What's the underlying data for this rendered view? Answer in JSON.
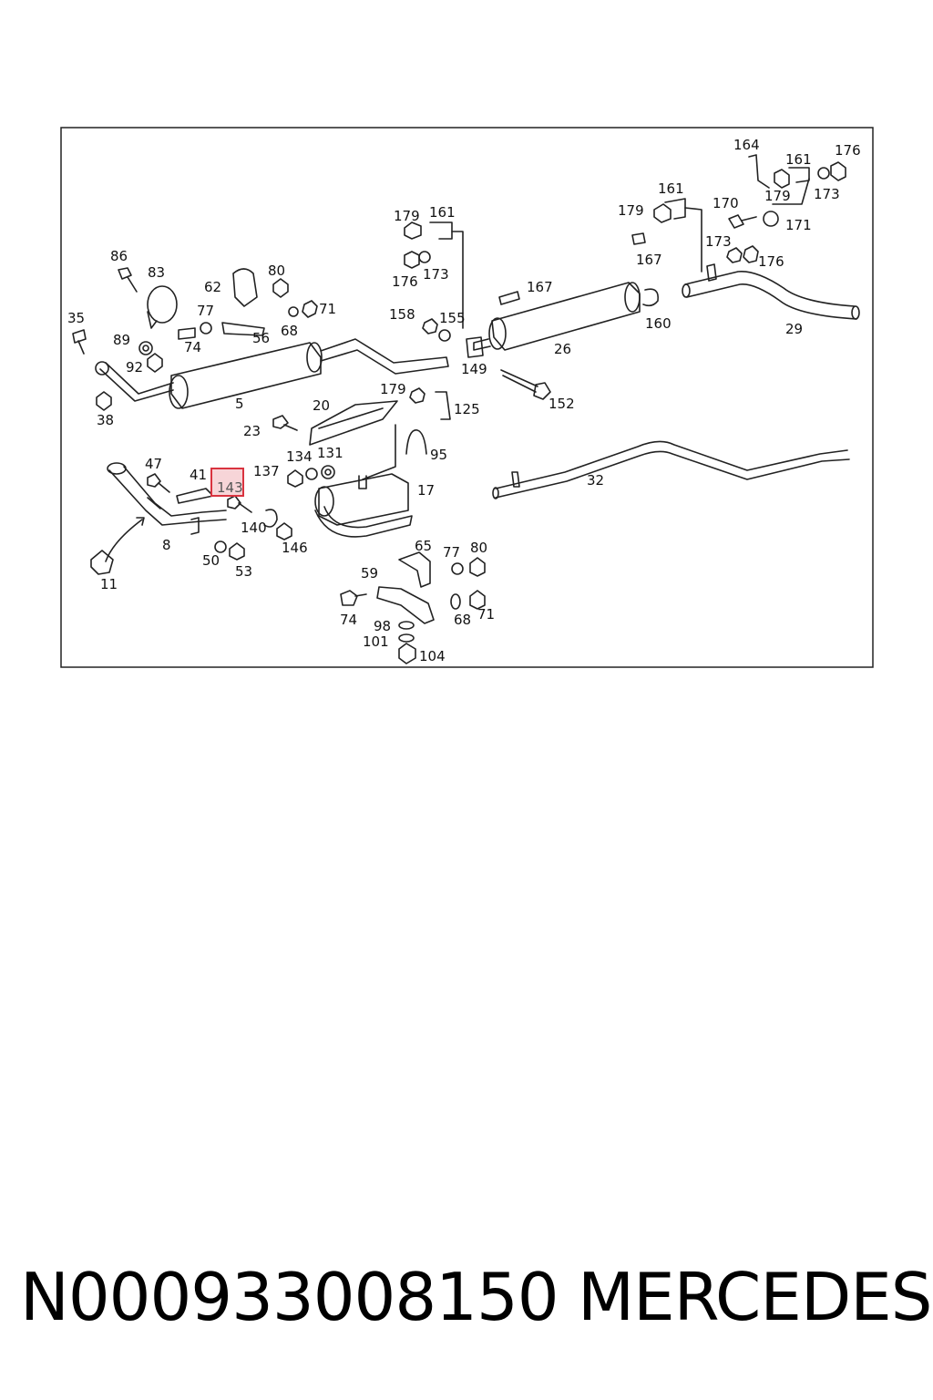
{
  "part_number": "N000933008150",
  "brand": "MERCEDES",
  "highlighted_callout": "143",
  "highlight_color": "#d9333f",
  "callouts": [
    "164",
    "176",
    "161",
    "179",
    "173",
    "179",
    "161",
    "170",
    "171",
    "173",
    "176",
    "167",
    "179",
    "161",
    "176",
    "173",
    "86",
    "83",
    "62",
    "80",
    "77",
    "71",
    "68",
    "56",
    "35",
    "89",
    "74",
    "92",
    "38",
    "5",
    "158",
    "155",
    "167",
    "160",
    "26",
    "29",
    "149",
    "152",
    "179",
    "125",
    "20",
    "23",
    "95",
    "131",
    "134",
    "137",
    "41",
    "143",
    "47",
    "17",
    "140",
    "146",
    "32",
    "8",
    "50",
    "53",
    "65",
    "77",
    "80",
    "11",
    "59",
    "74",
    "68",
    "71",
    "98",
    "101",
    "104"
  ]
}
